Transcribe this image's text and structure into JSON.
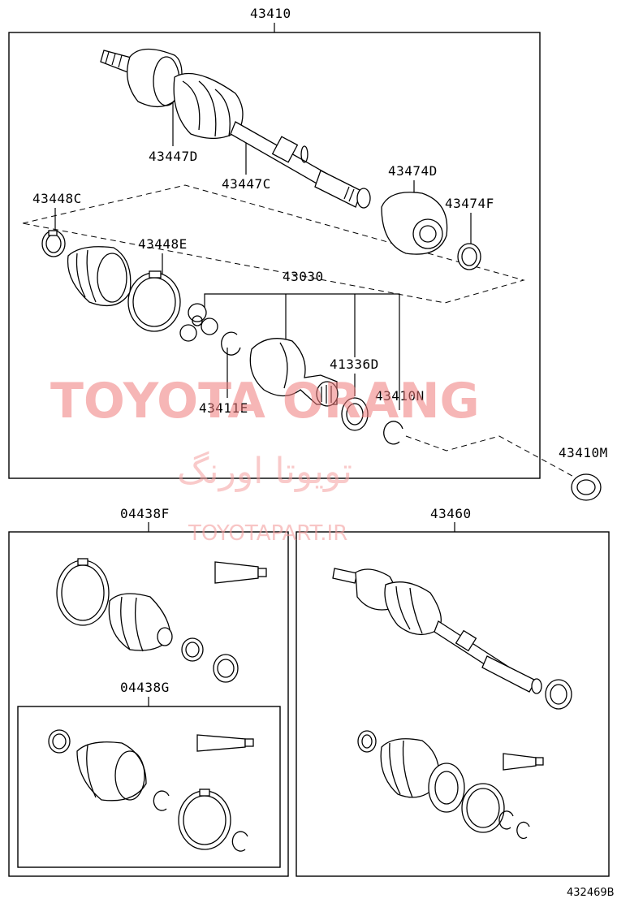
{
  "labels": {
    "main_assembly": "43410",
    "boot_clamp_d": "43447D",
    "boot_clamp_c": "43447C",
    "damper": "43474D",
    "damper_clamp": "43474F",
    "outer_clamp_small": "43448C",
    "outer_clamp_large": "43448E",
    "inner_joint": "43030",
    "oil_seal": "41336D",
    "hole_snap_ring": "43410N",
    "shaft_snap_ring": "43411E",
    "bearing": "43410M",
    "boot_kit_inner": "04438F",
    "boot_kit_outer": "04438G",
    "shaft_assembly_rh": "43460"
  },
  "watermark": {
    "brand": "TOYOTA ORANG",
    "brand_fa": "تویوتا اورنگ",
    "site": "TOYOTAPART.IR"
  },
  "figure_code": "432469B"
}
